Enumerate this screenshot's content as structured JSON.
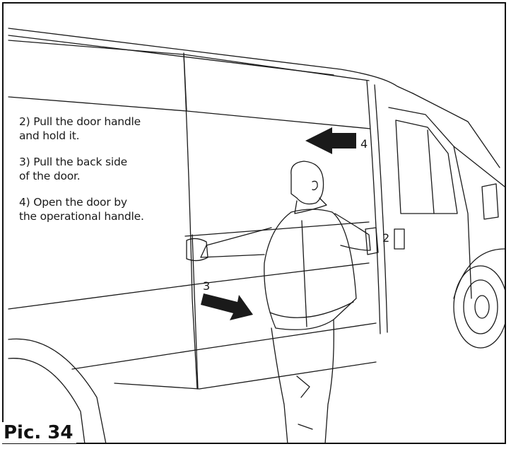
{
  "instructions": [
    {
      "line1": "2) Pull the door handle",
      "line2": "and hold it."
    },
    {
      "line1": "3) Pull the back side",
      "line2": "of the door."
    },
    {
      "line1": "4) Open the door by",
      "line2": "the operational handle."
    }
  ],
  "callouts": {
    "handle": "2",
    "back_side": "3",
    "open": "4"
  },
  "caption": "Pic. 34",
  "colors": {
    "line": "#1a1a1a",
    "arrow": "#1a1a1a",
    "background": "#ffffff"
  },
  "illustration": "van-sliding-door-opening"
}
